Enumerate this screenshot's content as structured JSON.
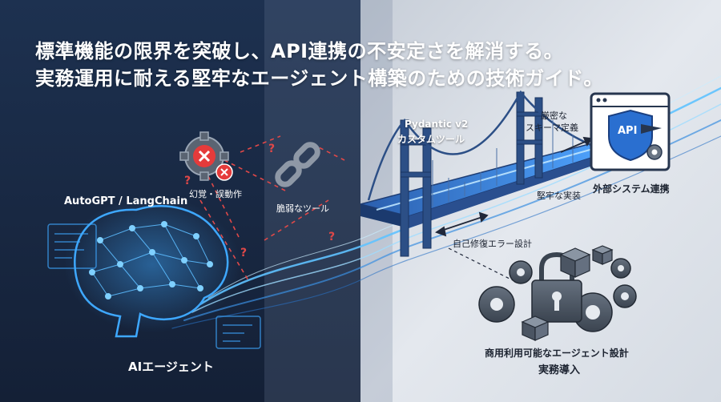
{
  "headline": {
    "line1": "標準機能の限界を突破し、API連携の不安定さを解消する。",
    "line2": "実務運用に耐える堅牢なエージェント構築のための技術ガイド。"
  },
  "left": {
    "framework_label": "AutoGPT / LangChain",
    "hallucination_label": "幻覚・誤動作",
    "fragile_tool_label": "脆弱なツール",
    "agent_label": "AIエージェント"
  },
  "right": {
    "pydantic_line1": "Pydantic v2",
    "pydantic_line2": "カスタムツール",
    "schema_line1": "厳密な",
    "schema_line2": "スキーマ定義",
    "api_badge": "API",
    "external_label": "外部システム連携",
    "robust_label": "堅牢な実装",
    "self_repair_label": "自己修復エラー設計",
    "commercial_line1": "商用利用可能なエージェント設計",
    "commercial_line2": "実務導入"
  },
  "icons": {
    "warning": "warning-gear-icon",
    "broken_link": "broken-chain-icon",
    "brain": "brain-network-icon",
    "bridge": "suspension-bridge-icon",
    "api_window": "api-shield-window-icon",
    "lock": "padlock-icon",
    "gears": "gears-icon",
    "cubes": "cubes-icon"
  },
  "colors": {
    "left_bg": "#1b2b45",
    "right_bg": "#dfe4ea",
    "accent_blue": "#3ea8ff",
    "error_red": "#e53b3b"
  }
}
